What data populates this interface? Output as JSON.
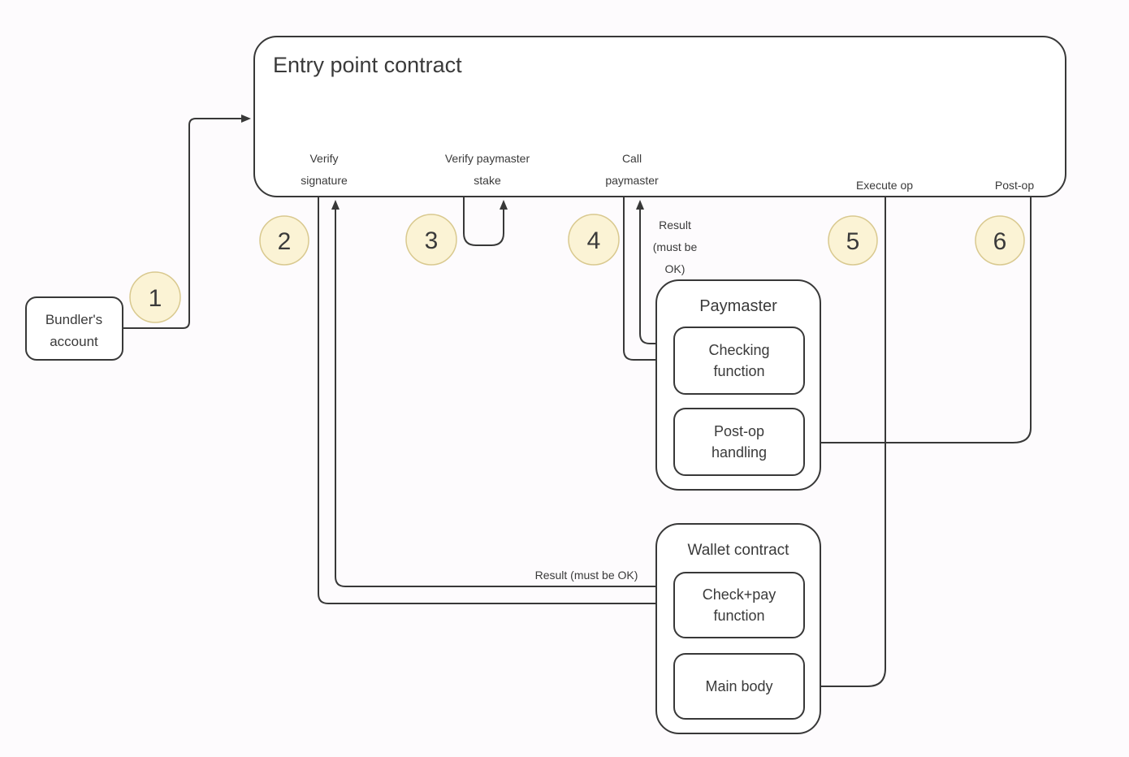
{
  "colors": {
    "background": "#fdfbfd",
    "stroke": "#383838",
    "box_fill": "#ffffff",
    "step_fill": "#fbf3d5",
    "step_stroke": "#d9c98f",
    "text": "#3a3a3a"
  },
  "entry_point": {
    "title": "Entry point contract",
    "labels": {
      "verify_signature": [
        "Verify",
        "signature"
      ],
      "verify_paymaster_stake": [
        "Verify paymaster",
        "stake"
      ],
      "call_paymaster": [
        "Call",
        "paymaster"
      ],
      "execute_op": "Execute op",
      "post_op": "Post-op"
    }
  },
  "bundler": [
    "Bundler's",
    "account"
  ],
  "steps": [
    "1",
    "2",
    "3",
    "4",
    "5",
    "6"
  ],
  "paymaster": {
    "title": "Paymaster",
    "checking_function": [
      "Checking",
      "function"
    ],
    "post_op_handling": [
      "Post-op",
      "handling"
    ]
  },
  "wallet": {
    "title": "Wallet contract",
    "check_pay_function": [
      "Check+pay",
      "function"
    ],
    "main_body": "Main body"
  },
  "annotations": {
    "result_top": [
      "Result",
      "(must be",
      "OK)"
    ],
    "result_bottom": "Result (must be OK)"
  }
}
